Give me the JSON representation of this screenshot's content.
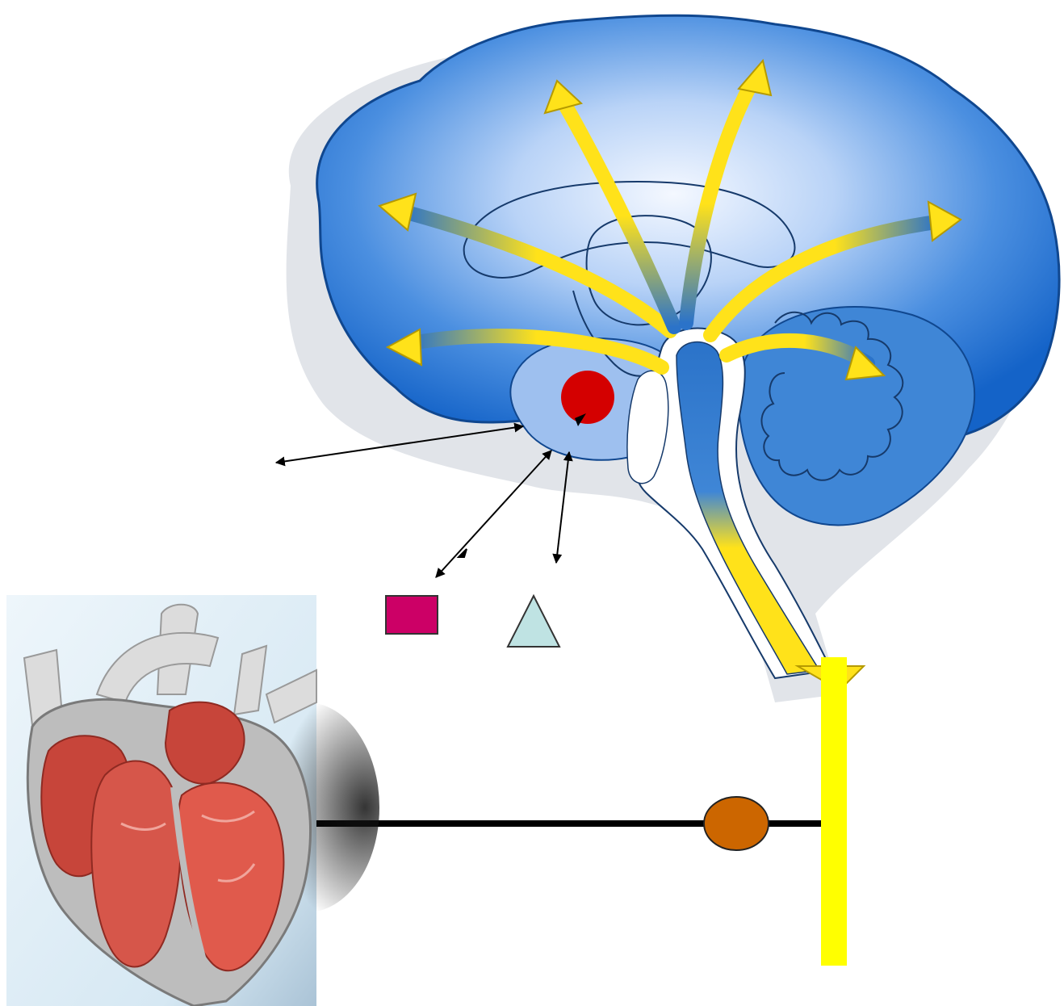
{
  "diagram": {
    "colors": {
      "background": "#ffffff",
      "brain_outer": "#1f6fd1",
      "brain_inner": "#eaf2ff",
      "brain_outline": "#163a6b",
      "projection_arrow": "#ffe21a",
      "projection_arrow_edge": "#d4b700",
      "pathway_blue": "#2b73c9",
      "spinal_bar": "#ffff00",
      "nerve_line": "#000000",
      "ganglion": "#cc6600",
      "center_circle": "#d40000",
      "square_marker": "#cc0066",
      "triangle_marker": "#bfe3e3",
      "heart_panel_bg": "#e6f1f8",
      "heart_tissue": "#c7453a",
      "heart_vessel": "#dcdcdc"
    },
    "icons": {
      "brain": "brain-sagittal-illustration",
      "heart": "heart-cross-section-illustration",
      "center": "red-circle-marker",
      "square": "square-marker",
      "triangle": "triangle-marker",
      "ganglion": "ganglion-oval-marker"
    }
  }
}
